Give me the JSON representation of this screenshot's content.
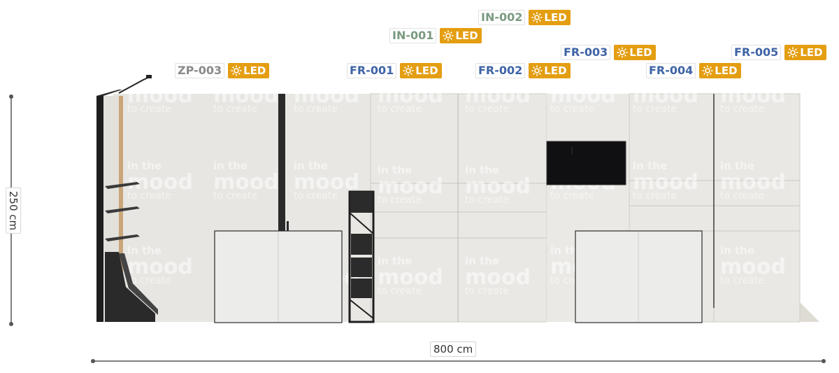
{
  "colors": {
    "zp": "#8a8a8a",
    "in": "#7a9a80",
    "fr": "#3f64a6",
    "led": "#e49e12",
    "panel": "#e9e8e4",
    "floor": "#dcd9cf",
    "frame": "#1e1e1e",
    "screen": "#101012"
  },
  "tags": [
    {
      "id": "ZP-003",
      "group": "zp",
      "led": "LED",
      "icon": "sun-icon"
    },
    {
      "id": "FR-001",
      "group": "fr",
      "led": "LED",
      "icon": "sun-icon"
    },
    {
      "id": "IN-001",
      "group": "in",
      "led": "LED",
      "icon": "sun-icon"
    },
    {
      "id": "IN-002",
      "group": "in",
      "led": "LED",
      "icon": "sun-icon"
    },
    {
      "id": "FR-002",
      "group": "fr",
      "led": "LED",
      "icon": "sun-icon"
    },
    {
      "id": "FR-003",
      "group": "fr",
      "led": "LED",
      "icon": "sun-icon"
    },
    {
      "id": "FR-004",
      "group": "fr",
      "led": "LED",
      "icon": "sun-icon"
    },
    {
      "id": "FR-005",
      "group": "fr",
      "led": "LED",
      "icon": "sun-icon"
    }
  ],
  "dimensions": {
    "width": "800 cm",
    "height": "250 cm"
  },
  "watermark": {
    "line1": "in the",
    "line2": "mood",
    "line3": "to create"
  }
}
